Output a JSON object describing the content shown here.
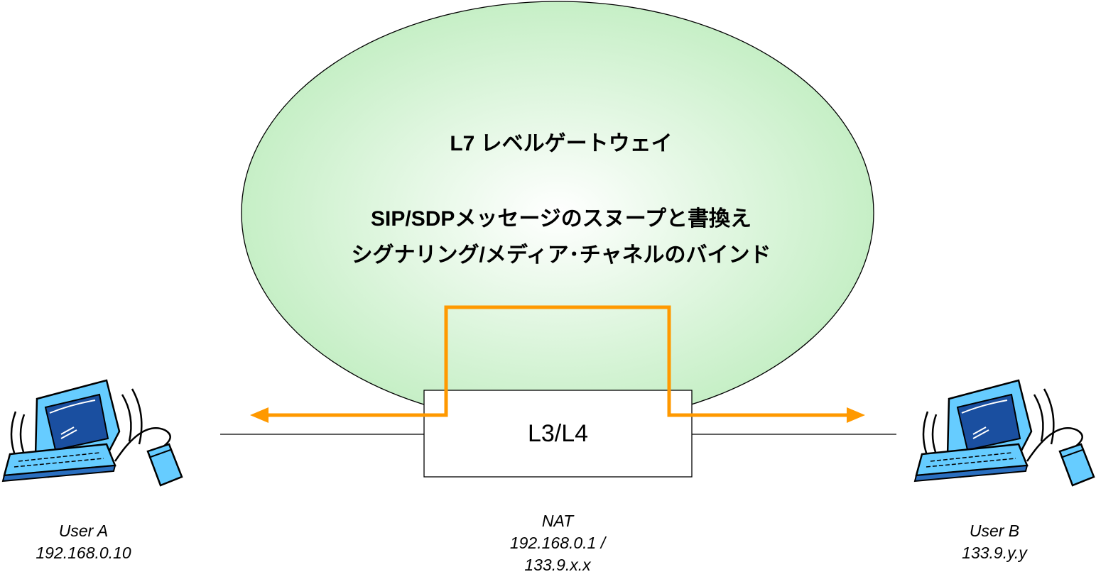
{
  "gateway": {
    "title": "L7 レベルゲートウェイ",
    "line1": "SIP/SDPメッセージのスヌープと書換え",
    "line2": "シグナリング/メディア･チャネルのバインド"
  },
  "nat_box": {
    "label": "L3/L4"
  },
  "user_a": {
    "name": "User A",
    "ip": "192.168.0.10"
  },
  "user_b": {
    "name": "User B",
    "ip": "133.9.y.y"
  },
  "nat": {
    "name": "NAT",
    "ip_line1": "192.168.0.1 /",
    "ip_line2": "133.9.x.x"
  },
  "colors": {
    "cloud_center": "#ffffff",
    "cloud_edge": "#c6efc6",
    "path": "#ff9900",
    "monitor": "#66ccff",
    "screen": "#1a4fa0"
  },
  "icons": [
    "computer-icon",
    "computer-icon"
  ]
}
